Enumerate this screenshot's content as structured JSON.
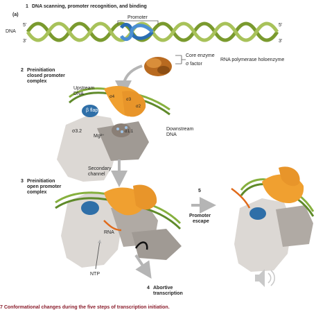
{
  "panel_label": "(a)",
  "step1": {
    "number": "1",
    "title": "DNA scanning, promoter recognition, and binding"
  },
  "dna_label": "DNA",
  "promoter_label": "Promoter",
  "strand_ends": {
    "top_left": "5'",
    "bottom_left": "3'",
    "top_right": "5'",
    "bottom_right": "3'"
  },
  "holoenzyme": {
    "core": "Core enzyme",
    "sigma": "σ factor",
    "group": "RNA polymerase holoenzyme"
  },
  "step2": {
    "number": "2",
    "line1": "Preinitiation",
    "line2": "closed promoter",
    "line3": "complex"
  },
  "labels2": {
    "upstream1": "Upstream",
    "upstream2": "DNA",
    "beta_flap": "β flap",
    "sigma32": "σ3.2",
    "mg": "Mg²⁺",
    "downstream1": "Downstream",
    "downstream2": "DNA",
    "s4": "σ4",
    "s3": "σ3",
    "s2": "σ2",
    "s11": "σ1.1"
  },
  "secondary_channel": {
    "line1": "Secondary",
    "line2": "channel"
  },
  "step3": {
    "number": "3",
    "line1": "Preinitiation",
    "line2": "open promoter",
    "line3": "complex"
  },
  "labels3": {
    "rna": "RNA",
    "ntp": "NTP"
  },
  "step4": {
    "number": "4",
    "line1": "Abortive",
    "line2": "transcription"
  },
  "step5": {
    "number": "5",
    "line1": "Promoter",
    "line2": "escape"
  },
  "caption": "7 Conformational changes during the five steps of transcription initiation.",
  "colors": {
    "dna_green": "#7a9a2e",
    "promoter_blue": "#2a6db3",
    "sigma_orange": "#f0a030",
    "core_gray": "#d8d4d0",
    "rna_orange": "#e06a1a",
    "beta_blue": "#2f6fa8",
    "caption": "#8a1d2c"
  }
}
